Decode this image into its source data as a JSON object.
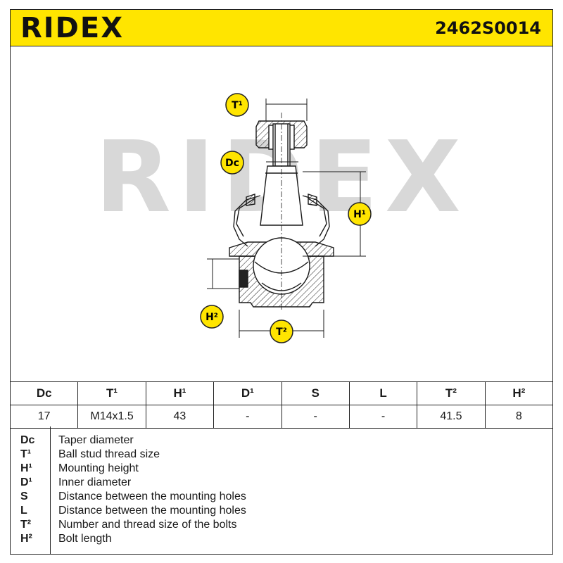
{
  "header": {
    "brand": "RIDEX",
    "part_number": "2462S0014",
    "accent": "#ffe500"
  },
  "watermark": "RIDEX",
  "callouts": {
    "t1": "T¹",
    "dc": "Dc",
    "h1": "H¹",
    "h2": "H²",
    "t2": "T²"
  },
  "specs": {
    "headers": [
      "Dc",
      "T¹",
      "H¹",
      "D¹",
      "S",
      "L",
      "T²",
      "H²"
    ],
    "values": [
      "17",
      "M14x1.5",
      "43",
      "-",
      "-",
      "-",
      "41.5",
      "8"
    ]
  },
  "legend": [
    {
      "code": "Dc",
      "desc": "Taper diameter"
    },
    {
      "code": "T¹",
      "desc": "Ball stud thread size"
    },
    {
      "code": "H¹",
      "desc": "Mounting height"
    },
    {
      "code": "D¹",
      "desc": "Inner diameter"
    },
    {
      "code": "S",
      "desc": "Distance between the mounting holes"
    },
    {
      "code": "L",
      "desc": "Distance between the mounting holes"
    },
    {
      "code": "T²",
      "desc": "Number and thread size of the bolts"
    },
    {
      "code": "H²",
      "desc": "Bolt length"
    }
  ]
}
